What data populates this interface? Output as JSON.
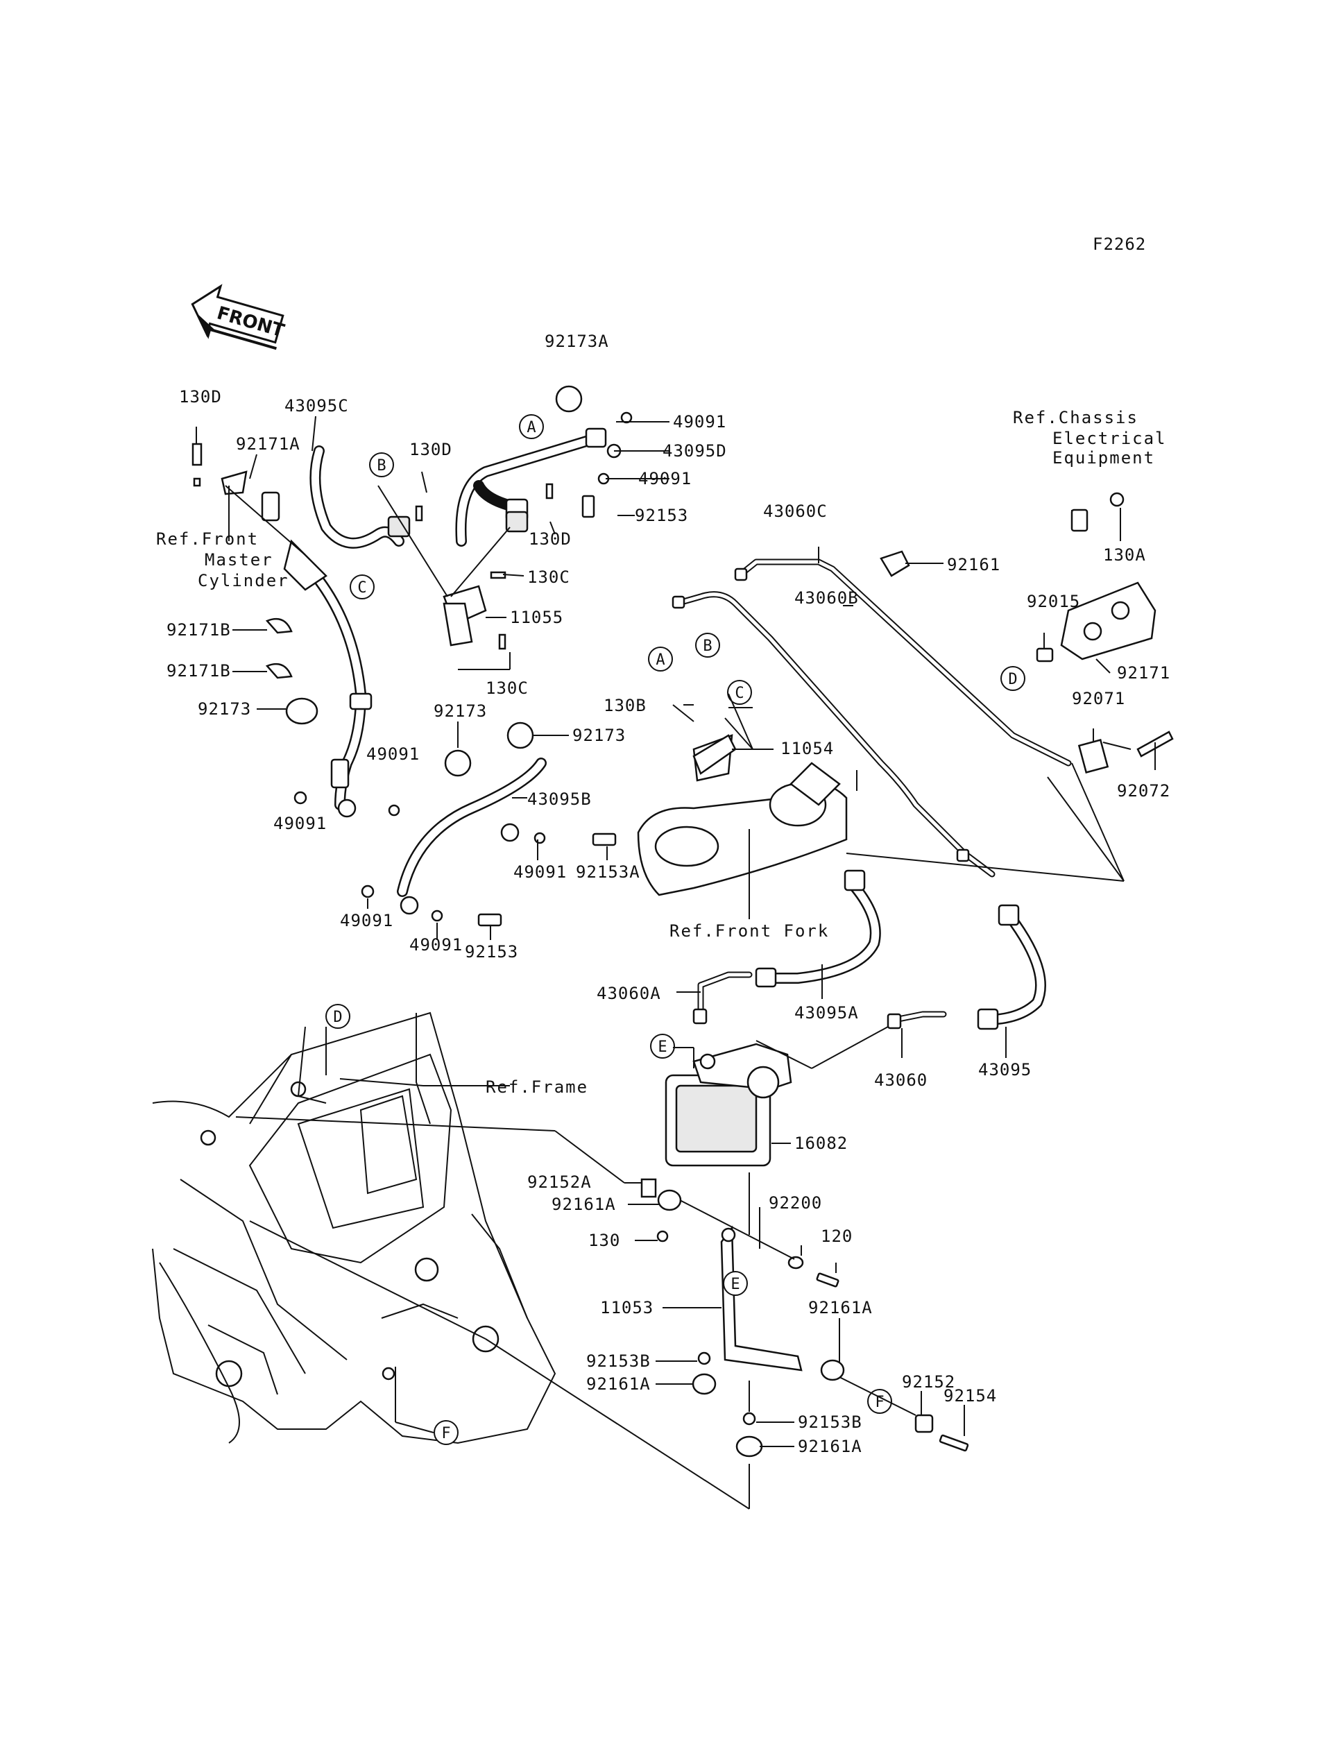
{
  "figure_code": "F2262",
  "front_label": "FRONT",
  "callouts": [
    "A",
    "B",
    "C",
    "D",
    "E",
    "F"
  ],
  "refs": {
    "front_master_cylinder": [
      "Ref.Front",
      "Master",
      "Cylinder"
    ],
    "chassis_electrical": [
      "Ref.Chassis",
      "Electrical",
      "Equipment"
    ],
    "front_fork": "Ref.Front Fork",
    "frame": "Ref.Frame"
  },
  "part_labels": [
    "92173A",
    "130D",
    "43095C",
    "92171A",
    "130D",
    "49091",
    "43095D",
    "49091",
    "92153",
    "130D",
    "130C",
    "11055",
    "130C",
    "92171B",
    "92171B",
    "92173",
    "92173",
    "92173",
    "49091",
    "43095B",
    "49091",
    "49091",
    "92153A",
    "49091",
    "49091",
    "92153",
    "43060C",
    "43060B",
    "92161",
    "130A",
    "92015",
    "92171",
    "92071",
    "92072",
    "130B",
    "11054",
    "43060A",
    "43095A",
    "43060",
    "43095",
    "16082",
    "92152A",
    "92161A",
    "92200",
    "120",
    "130",
    "11053",
    "92161A",
    "92153B",
    "92161A",
    "92153B",
    "92161A",
    "92152",
    "92154"
  ]
}
